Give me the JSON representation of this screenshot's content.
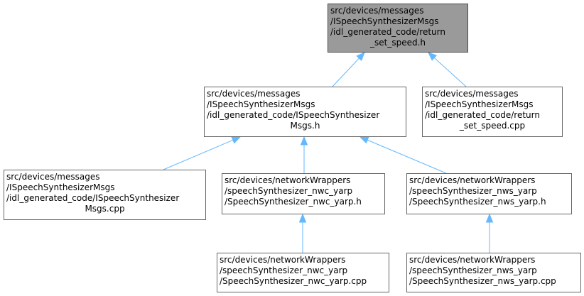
{
  "nodes": {
    "root": {
      "lines": [
        "src/devices/messages",
        "/ISpeechSynthesizerMsgs",
        "/idl_generated_code/return",
        "_set_speed.h"
      ]
    },
    "msgs_h": {
      "lines": [
        "src/devices/messages",
        "/ISpeechSynthesizerMsgs",
        "/idl_generated_code/ISpeechSynthesizer",
        "Msgs.h"
      ]
    },
    "return_cpp": {
      "lines": [
        "src/devices/messages",
        "/ISpeechSynthesizerMsgs",
        "/idl_generated_code/return",
        "_set_speed.cpp"
      ]
    },
    "msgs_cpp": {
      "lines": [
        "src/devices/messages",
        "/ISpeechSynthesizerMsgs",
        "/idl_generated_code/ISpeechSynthesizer",
        "Msgs.cpp"
      ]
    },
    "nwc_h": {
      "lines": [
        "src/devices/networkWrappers",
        "/speechSynthesizer_nwc_yarp",
        "/SpeechSynthesizer_nwc_yarp.h"
      ]
    },
    "nws_h": {
      "lines": [
        "src/devices/networkWrappers",
        "/speechSynthesizer_nws_yarp",
        "/SpeechSynthesizer_nws_yarp.h"
      ]
    },
    "nwc_cpp": {
      "lines": [
        "src/devices/networkWrappers",
        "/speechSynthesizer_nwc_yarp",
        "/SpeechSynthesizer_nwc_yarp.cpp"
      ]
    },
    "nws_cpp": {
      "lines": [
        "src/devices/networkWrappers",
        "/speechSynthesizer_nws_yarp",
        "/SpeechSynthesizer_nws_yarp.cpp"
      ]
    }
  },
  "edges": [
    {
      "from": "msgs_h",
      "to": "root"
    },
    {
      "from": "return_cpp",
      "to": "root"
    },
    {
      "from": "msgs_cpp",
      "to": "msgs_h"
    },
    {
      "from": "nwc_h",
      "to": "msgs_h"
    },
    {
      "from": "nws_h",
      "to": "msgs_h"
    },
    {
      "from": "nwc_cpp",
      "to": "nwc_h"
    },
    {
      "from": "nws_cpp",
      "to": "nws_h"
    }
  ],
  "colors": {
    "edge": "#63b8ff",
    "root_fill": "#9a9a9a",
    "node_border": "#666666"
  }
}
